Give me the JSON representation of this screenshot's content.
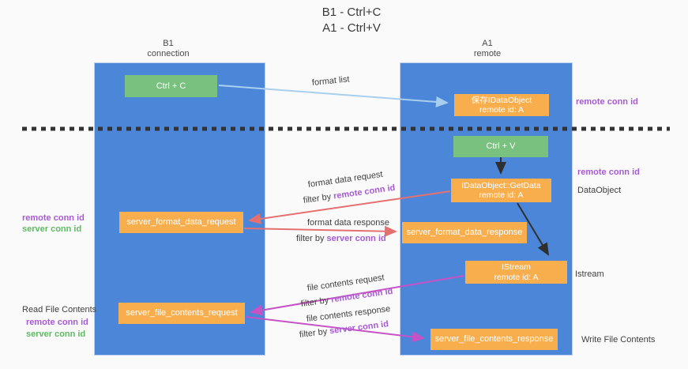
{
  "title": {
    "line1": "B1 - Ctrl+C",
    "line2": "A1 - Ctrl+V"
  },
  "lanes": {
    "left": {
      "title": "B1",
      "subtitle": "connection"
    },
    "right": {
      "title": "A1",
      "subtitle": "remote"
    }
  },
  "nodes": {
    "ctrl_c": {
      "label": "Ctrl + C"
    },
    "ctrl_v": {
      "label": "Ctrl + V"
    },
    "save_dataobject": {
      "line1": "保存IDataObject",
      "line2": "remote id: A"
    },
    "getdata": {
      "line1": "IDataObject::GetData",
      "line2": "remote id: A"
    },
    "istream": {
      "line1": "IStream",
      "line2": "remote id: A"
    },
    "server_format_data_request": {
      "label": "server_format_data_request"
    },
    "server_format_data_response": {
      "label": "server_format_data_response"
    },
    "server_file_contents_request": {
      "label": "server_file_contents_request"
    },
    "server_file_contents_response": {
      "label": "server_file_contents_response"
    }
  },
  "edge_labels": {
    "format_list": "format list",
    "format_data_request": "format data request",
    "format_data_response": "format data response",
    "file_contents_request": "file contents request",
    "file_contents_response": "file contents response",
    "filter_by": "filter by",
    "remote_conn_id": "remote conn id",
    "server_conn_id": "server conn id"
  },
  "side_labels": {
    "remote_conn_id": "remote conn id",
    "server_conn_id": "server conn id",
    "dataobject": "DataObject",
    "istream": "Istream",
    "read_file_contents": "Read File Contents",
    "write_file_contents": "Write File Contents"
  },
  "colors": {
    "lane_blue": "#4c86d9",
    "node_green": "#79c17e",
    "node_orange": "#f9ae4d",
    "purple_text": "#a75bd3",
    "green_text": "#5fba62",
    "arrow_red": "#e57070",
    "arrow_magenta": "#c653c6",
    "arrow_lightblue": "#a9cfee",
    "arrow_black": "#2f2f2f",
    "dashed_line": "#333333"
  }
}
